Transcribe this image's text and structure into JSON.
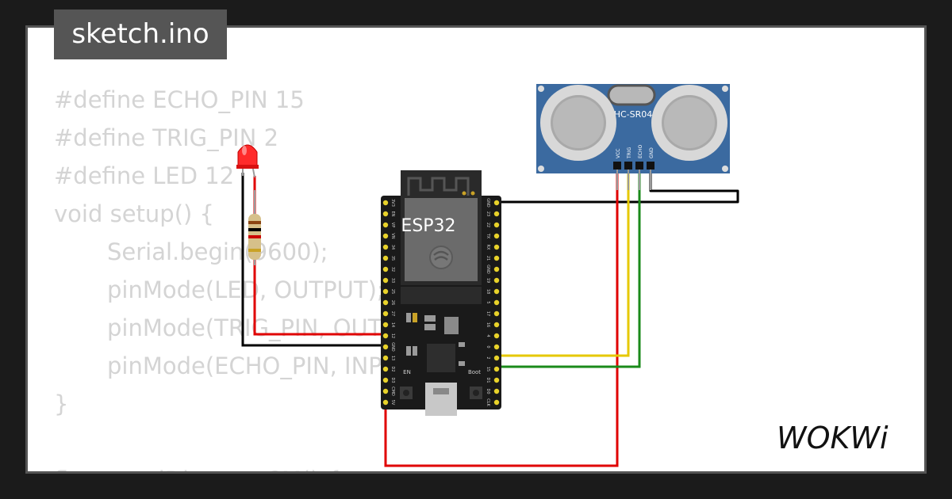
{
  "title": "sketch.ino",
  "code_lines": [
    {
      "text": "#define ECHO_PIN 15",
      "indent": false
    },
    {
      "text": "#define TRIG_PIN 2",
      "indent": false
    },
    {
      "text": "#define LED 12",
      "indent": false
    },
    {
      "text": "void setup() {",
      "indent": false
    },
    {
      "text": "Serial.begin(9600);",
      "indent": true
    },
    {
      "text": "pinMode(LED, OUTPUT);",
      "indent": true
    },
    {
      "text": "pinMode(TRIG_PIN, OUTPUT);",
      "indent": true
    },
    {
      "text": "pinMode(ECHO_PIN, INPUT);",
      "indent": true
    },
    {
      "text": "}",
      "indent": false
    },
    {
      "text": "",
      "indent": false
    },
    {
      "text": "float readDistanceCM() {",
      "indent": false
    }
  ],
  "esp32": {
    "label": "ESP32",
    "en_label": "EN",
    "boot_label": "Boot",
    "left_pins": [
      "3V3",
      "EN",
      "VP",
      "VN",
      "34",
      "35",
      "32",
      "33",
      "25",
      "26",
      "27",
      "14",
      "12",
      "GND",
      "13",
      "D2",
      "D3",
      "CMD",
      "5V"
    ],
    "right_pins": [
      "GND",
      "23",
      "22",
      "TX",
      "RX",
      "21",
      "GND",
      "19",
      "18",
      "5",
      "17",
      "16",
      "4",
      "0",
      "2",
      "15",
      "D1",
      "D0",
      "CLK"
    ]
  },
  "sensor": {
    "label": "HC-SR04",
    "pins": [
      "VCC",
      "TRIG",
      "ECHO",
      "GND"
    ]
  },
  "logo": "WOKWi",
  "colors": {
    "wire_red": "#e00000",
    "wire_black": "#000000",
    "wire_yellow": "#e6c800",
    "wire_green": "#1a8a1a",
    "board": "#1a1a1a",
    "sensor_blue": "#3b6aa0",
    "led_red": "#ff2a2a"
  }
}
